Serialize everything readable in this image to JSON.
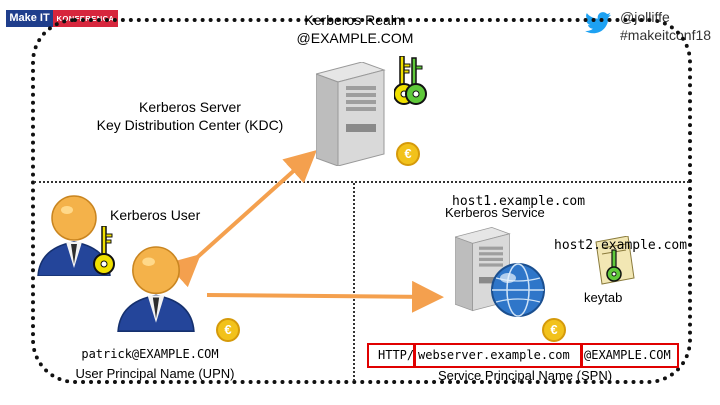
{
  "badge": {
    "left": "Make IT",
    "right": "KONFERENCA"
  },
  "twitter": {
    "handle": "@jolliffe",
    "hashtag": "#makeitconf18"
  },
  "realm": {
    "title": "Kerberos Realm",
    "name": "@EXAMPLE.COM"
  },
  "kdc": {
    "line1": "Kerberos Server",
    "line2": "Key Distribution Center (KDC)"
  },
  "user": {
    "label": "Kerberos User",
    "principal": "patrick@EXAMPLE.COM",
    "caption": "User Principal Name (UPN)"
  },
  "service": {
    "host1": "host1.example.com",
    "label": "Kerberos Service",
    "host2": "host2.example.com",
    "keytab": "keytab"
  },
  "spn": {
    "part1": "HTTP/",
    "part2": "webserver.example.com",
    "part3": "@EXAMPLE.COM",
    "caption": "Service Principal Name (SPN)"
  },
  "colors": {
    "arrow": "#f4a04e",
    "highlight": "#e00000",
    "key_outline": "#111111",
    "badge_blue": "#1f3e8c",
    "badge_red": "#d7263d",
    "twitter_blue": "#1da1f2"
  },
  "icons": [
    "server-icon",
    "key-icon",
    "user-icon",
    "globe-icon",
    "keytab-document-icon",
    "ticket-coin-icon",
    "twitter-bird-icon"
  ]
}
